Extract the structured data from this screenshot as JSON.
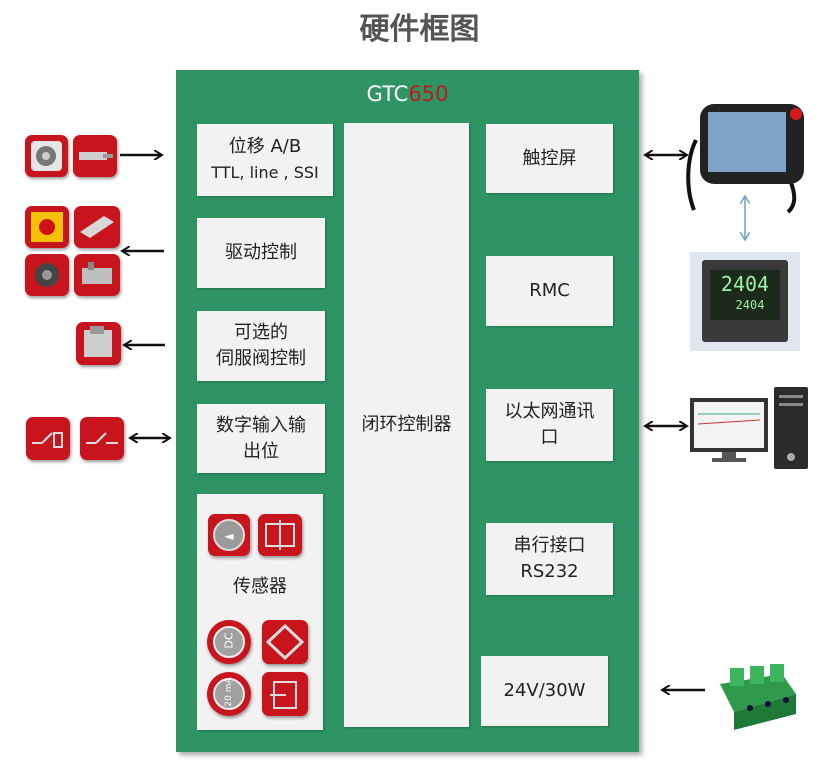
{
  "title": "硬件框图",
  "board": {
    "title_prefix": "GTC",
    "title_model": "650"
  },
  "blocks": {
    "position_line1": "位移  A/B",
    "position_line2": "TTL, line , SSI",
    "drive": "驱动控制",
    "servo_line1": "可选的",
    "servo_line2": "伺服阀控制",
    "digital_line1": "数字输入输",
    "digital_line2": "出位",
    "sensor": "传感器",
    "closed_loop": "闭环控制器",
    "touchscreen": "触控屏",
    "rmc": "RMC",
    "ethernet_line1": "以太网通讯",
    "ethernet_line2": "口",
    "serial_line1": "串行接口",
    "serial_line2": "RS232",
    "power": "24V/30W"
  },
  "sensor_icons": {
    "dc": "DC",
    "ma": "20 mA"
  },
  "controller_display": {
    "pv": "2404",
    "sv": "2404"
  },
  "colors": {
    "board": "#2e9463",
    "accent": "#c0191b",
    "box": "#f2f2f2"
  }
}
